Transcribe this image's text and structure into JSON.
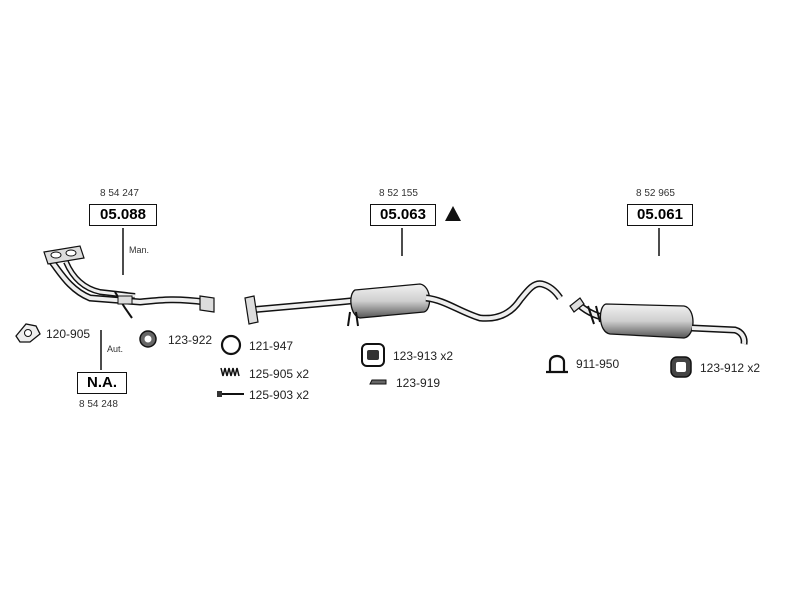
{
  "assemblies": [
    {
      "part_number": "8 54 247",
      "code": "05.088",
      "note": "Man."
    },
    {
      "part_number": "8 52 155",
      "code": "05.063"
    },
    {
      "part_number": "8 52 965",
      "code": "05.061"
    },
    {
      "part_number": "8 54 248",
      "code": "N.A.",
      "note": "Aut."
    }
  ],
  "parts": [
    {
      "label": "120-905"
    },
    {
      "label": "123-922"
    },
    {
      "label": "121-947"
    },
    {
      "label": "125-905 x2"
    },
    {
      "label": "125-903 x2"
    },
    {
      "label": "123-913 x2"
    },
    {
      "label": "123-919"
    },
    {
      "label": "911-950"
    },
    {
      "label": "123-912 x2"
    }
  ],
  "colors": {
    "line": "#111111",
    "metal_light": "#e6e6e6",
    "metal_dark": "#5a5a5a"
  },
  "icons": {
    "warning": "triangle-icon"
  }
}
